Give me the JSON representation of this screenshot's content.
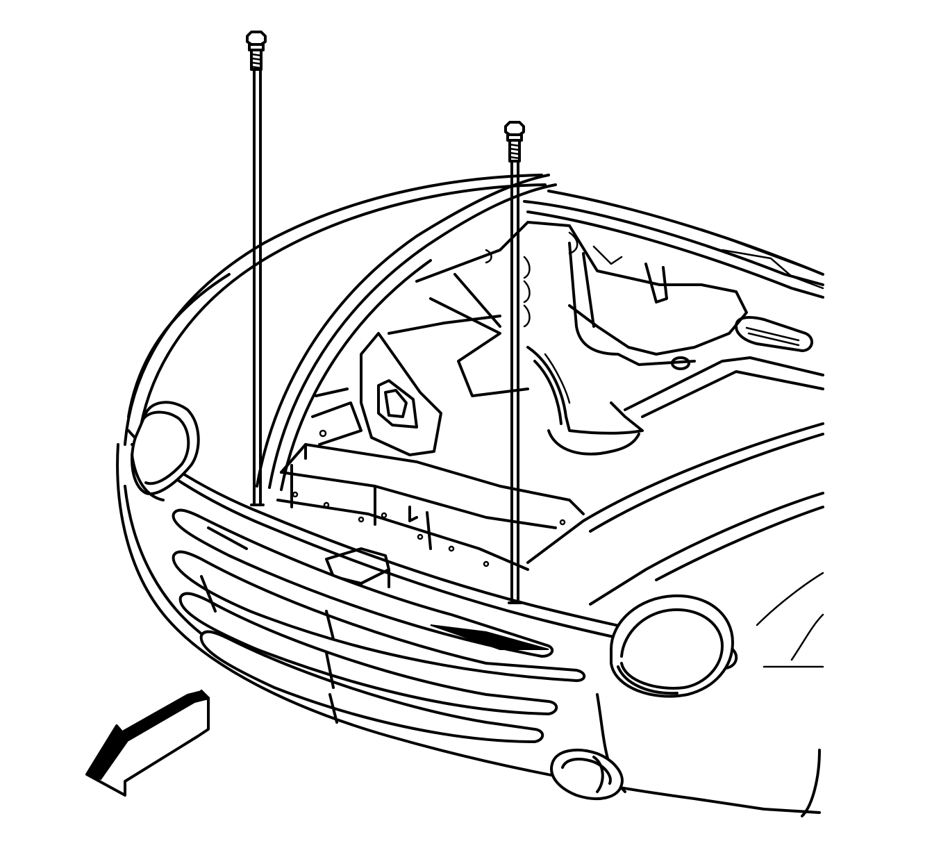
{
  "figure": {
    "colors": {
      "line": "#000000",
      "background": "#ffffff"
    },
    "parts": [
      {
        "name": "fastener-left"
      },
      {
        "name": "fastener-right"
      },
      {
        "name": "front-fascia"
      },
      {
        "name": "grille-opening"
      },
      {
        "name": "headlamp-left"
      },
      {
        "name": "headlamp-right"
      },
      {
        "name": "fog-lamp"
      },
      {
        "name": "radiator-support"
      },
      {
        "name": "engine-compartment"
      },
      {
        "name": "hood-opening"
      },
      {
        "name": "direction-arrow"
      }
    ]
  }
}
